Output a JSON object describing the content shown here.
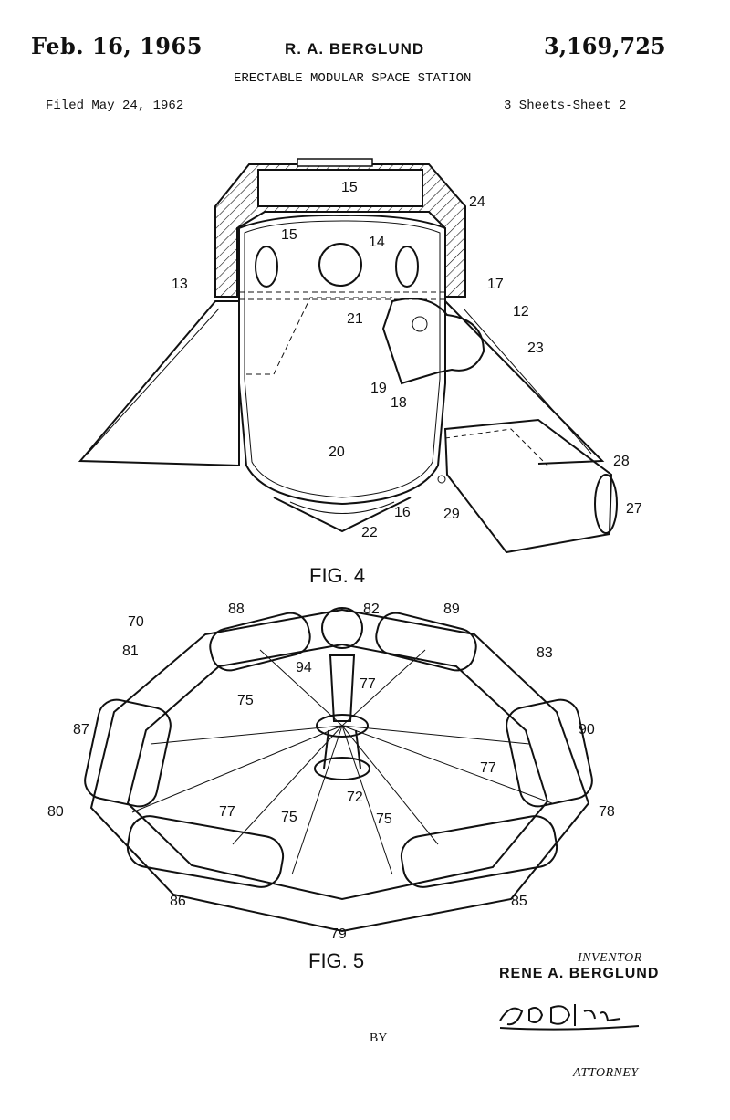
{
  "header": {
    "date": "Feb. 16, 1965",
    "inventor": "R. A. BERGLUND",
    "patent_number": "3,169,725",
    "title": "ERECTABLE MODULAR SPACE STATION",
    "filed": "Filed May 24, 1962",
    "sheets": "3 Sheets-Sheet 2"
  },
  "fig4": {
    "label": "FIG. 4",
    "refs": [
      "15",
      "15",
      "14",
      "24",
      "13",
      "17",
      "12",
      "21",
      "23",
      "19",
      "18",
      "20",
      "28",
      "29",
      "27",
      "16",
      "22"
    ]
  },
  "fig5": {
    "label": "FIG. 5",
    "refs": [
      "70",
      "88",
      "82",
      "89",
      "81",
      "83",
      "94",
      "77",
      "75",
      "87",
      "90",
      "77",
      "80",
      "72",
      "78",
      "77",
      "75",
      "75",
      "86",
      "85",
      "79"
    ]
  },
  "footer": {
    "inventor_label": "INVENTOR",
    "inventor_name": "RENE A. BERGLUND",
    "by": "BY",
    "attorney": "ATTORNEY",
    "signature": "G. D. O'Brien"
  }
}
